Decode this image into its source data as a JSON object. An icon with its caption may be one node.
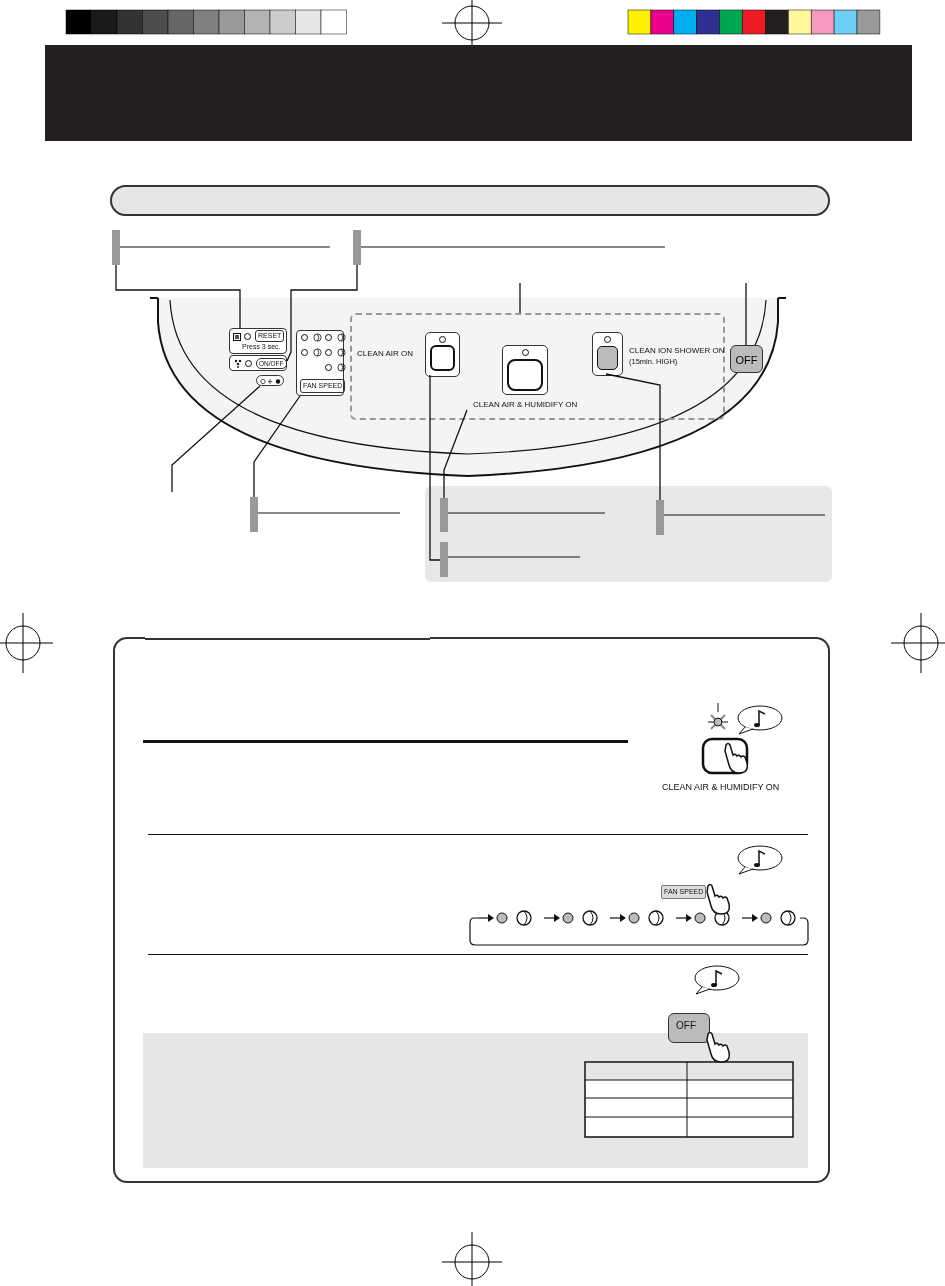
{
  "diagram": {
    "nodes": [
      {
        "text": [],
        "shape": "bar"
      },
      {
        "text": [],
        "shape": "bar"
      },
      {
        "text": [
          "RESET",
          "Press 3 sec."
        ]
      },
      {
        "text": [
          "ON/OFF"
        ]
      },
      {
        "text": [],
        "shape": "box"
      },
      {
        "text": [
          "FAN SPEED"
        ]
      },
      {
        "text": [],
        "shape": "box"
      },
      {
        "text": [
          "CLEAN AIR ON"
        ],
        "in": 6
      },
      {
        "text": [
          "CLEAN AIR & HUMIDIFY ON"
        ],
        "in": 6
      },
      {
        "text": [
          "CLEAN ION SHOWER ON",
          "(15min. HIGH)"
        ],
        "in": 6
      },
      {
        "text": [
          "OFF"
        ]
      },
      {
        "text": [],
        "shape": "bar"
      },
      {
        "text": [],
        "shape": "box"
      },
      {
        "text": [],
        "shape": "bar",
        "in": 12
      },
      {
        "text": [],
        "shape": "bar",
        "in": 12
      },
      {
        "text": [],
        "shape": "bar",
        "in": 12
      },
      {
        "text": [],
        "shape": "bar"
      }
    ],
    "edges": [
      {
        "from": 0,
        "to": 2,
        "arrow": "none"
      },
      {
        "from": 1,
        "to": 3,
        "arrow": "none"
      },
      {
        "from": null,
        "to": 4,
        "arrow": "none"
      },
      {
        "from": null,
        "to": 6,
        "arrow": "none"
      },
      {
        "from": null,
        "to": 10,
        "arrow": "none"
      },
      {
        "from": 11,
        "to": 5,
        "arrow": "none"
      },
      {
        "from": 13,
        "to": 8,
        "arrow": "none"
      },
      {
        "from": 14,
        "to": 9,
        "arrow": "none"
      },
      {
        "from": 15,
        "to": 7,
        "arrow": "none"
      }
    ],
    "labels": [
      "CLEAN AIR & HUMIDIFY ON",
      "FAN SPEED",
      "OFF"
    ]
  }
}
